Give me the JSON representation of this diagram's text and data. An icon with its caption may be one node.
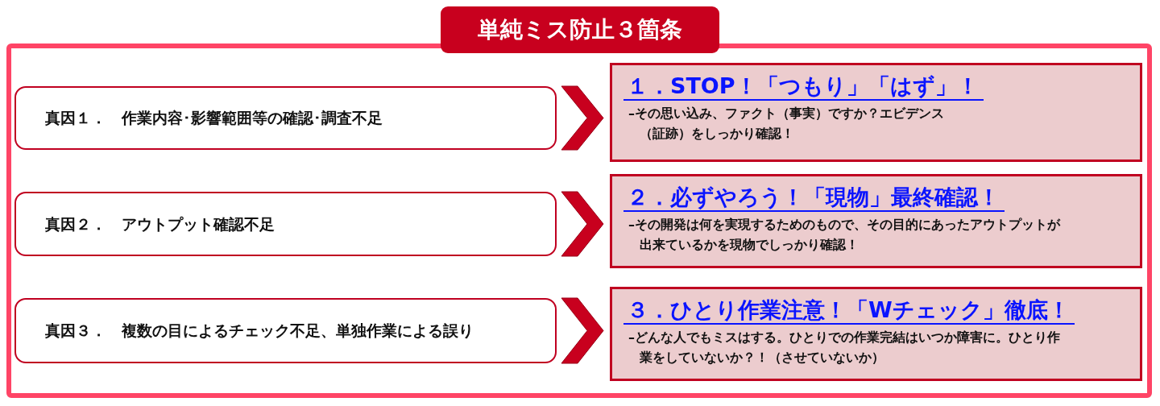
{
  "diagram": {
    "title": "単純ミス防止３箇条",
    "nodes": [
      {
        "text": [
          "真因１．　作業内容･影響範囲等の確認･調査不足"
        ]
      },
      {
        "text": [
          "真因２．　アウトプット確認不足"
        ]
      },
      {
        "text": [
          "真因３．　複数の目によるチェック不足、単独作業による誤り"
        ]
      },
      {
        "text": [
          "１．STOP！「つもり」「はず」！",
          "–その思い込み、ファクト（事実）ですか？エビデンス（証跡）をしっかり確認！"
        ]
      },
      {
        "text": [
          "２．必ずやろう！「現物」最終確認！",
          "–その開発は何を実現するためのもので、その目的にあったアウトプットが出来ているかを現物でしっかり確認！"
        ]
      },
      {
        "text": [
          "３．ひとり作業注意！「Wチェック」徹底！",
          "–どんな人でもミスはする。ひとりでの作業完結はいつか障害に。ひとり作業をしていないか？！（させていないか）"
        ]
      }
    ],
    "edges": [
      {
        "from": 0,
        "to": 3,
        "arrow": "to"
      },
      {
        "from": 1,
        "to": 4,
        "arrow": "to"
      },
      {
        "from": 2,
        "to": 5,
        "arrow": "to"
      }
    ]
  }
}
